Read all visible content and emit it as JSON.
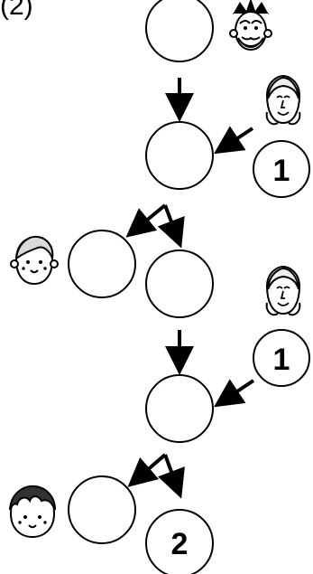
{
  "problem": {
    "label": "(2)"
  },
  "nodes": {
    "top": {
      "label": ""
    },
    "level2": {
      "label": ""
    },
    "level3_left": {
      "label": ""
    },
    "level3_right": {
      "label": ""
    },
    "level4": {
      "label": ""
    },
    "bottom_left": {
      "label": ""
    },
    "bottom_right": {
      "label": "2"
    }
  },
  "inputs": {
    "first_one": {
      "label": "1"
    },
    "second_one": {
      "label": "1"
    }
  },
  "characters": {
    "king": {
      "icon": "king-face-icon"
    },
    "woman_top": {
      "icon": "woman-face-icon"
    },
    "boy": {
      "icon": "boy-face-icon"
    },
    "woman_middle": {
      "icon": "woman-face-icon"
    },
    "curly_kid": {
      "icon": "curly-hair-child-face-icon"
    }
  },
  "colors": {
    "stroke": "#000000",
    "background": "#ffffff"
  }
}
